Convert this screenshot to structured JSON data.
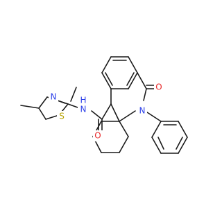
{
  "atoms": {
    "o_carbonyl_ring": "O",
    "o_amide": "O",
    "n_ring": "N",
    "n_amide": "N",
    "h_amide": "H",
    "n_thiazole": "N",
    "s_thiazole": "S"
  },
  "colors": {
    "bond": "#1a1a1a",
    "oxygen": "#e8292a",
    "nitrogen": "#2b3fe8",
    "sulfur": "#b8a300",
    "carbon_text": "#1a1a1a"
  }
}
